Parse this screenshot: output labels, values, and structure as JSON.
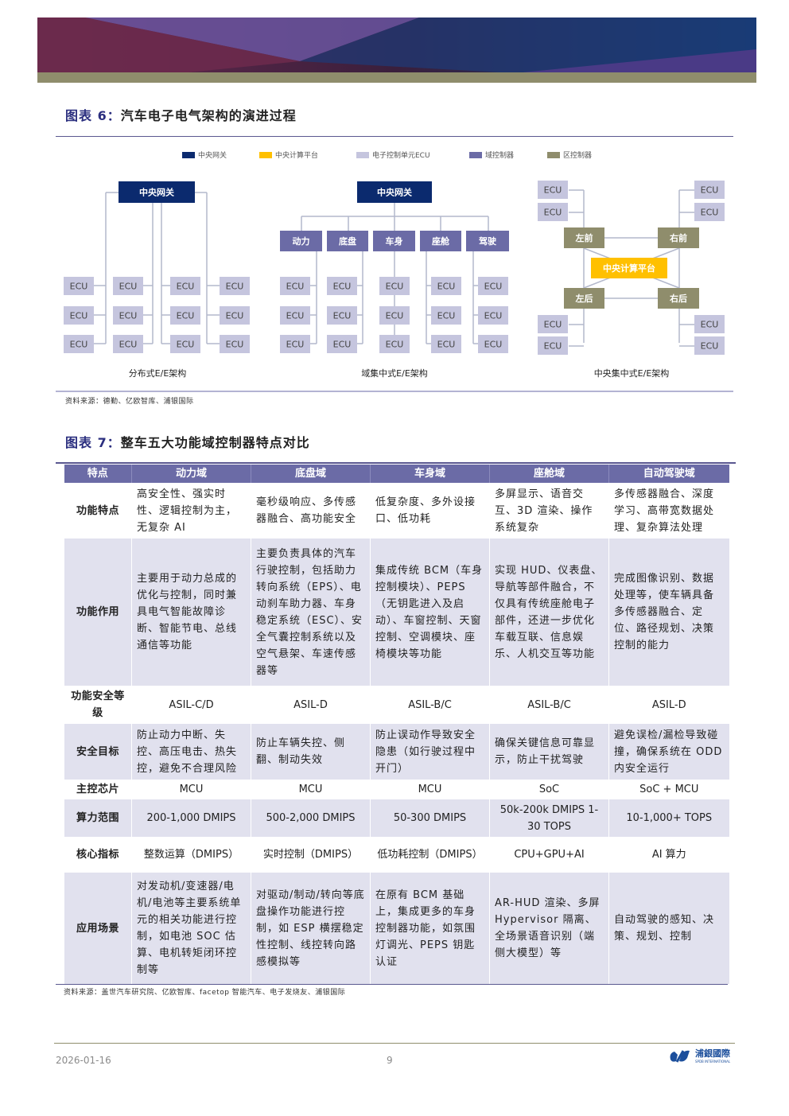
{
  "colors": {
    "gateway": "#0b2a6e",
    "compute": "#ffc000",
    "ecu": "#c5c5de",
    "domain": "#6b6ba6",
    "zone": "#8f8d6c"
  },
  "figure6": {
    "label": "图表 6：",
    "title": "汽车电子电气架构的演进过程",
    "legend": [
      {
        "label": "中央网关",
        "color": "#0b2a6e"
      },
      {
        "label": "中央计算平台",
        "color": "#ffc000"
      },
      {
        "label": "电子控制单元ECU",
        "color": "#c5c5de"
      },
      {
        "label": "域控制器",
        "color": "#6b6ba6"
      },
      {
        "label": "区控制器",
        "color": "#8f8d6c"
      }
    ],
    "ecu": "ECU",
    "distributed": {
      "gateway": "中央网关",
      "caption": "分布式E/E架构"
    },
    "domain": {
      "gateway": "中央网关",
      "domains": [
        "动力",
        "底盘",
        "车身",
        "座舱",
        "驾驶"
      ],
      "caption": "域集中式E/E架构"
    },
    "central": {
      "zones": [
        "左前",
        "右前",
        "左后",
        "右后"
      ],
      "platform": "中央计算平台",
      "caption": "中央集中式E/E架构"
    },
    "source": "资料来源：德勤、亿欧智库、浦银国际"
  },
  "figure7": {
    "label": "图表 7：",
    "title": "整车五大功能域控制器特点对比",
    "headers": [
      "特点",
      "动力域",
      "底盘域",
      "车身域",
      "座舱域",
      "自动驾驶域"
    ],
    "rows": [
      {
        "name": "功能特点",
        "cells": [
          "高安全性、强实时性、逻辑控制为主，无复杂 AI",
          "毫秒级响应、多传感器融合、高功能安全",
          "低复杂度、多外设接口、低功耗",
          "多屏显示、语音交互、3D 渲染、操作系统复杂",
          "多传感器融合、深度学习、高带宽数据处理、复杂算法处理"
        ]
      },
      {
        "name": "功能作用",
        "cells": [
          "主要用于动力总成的优化与控制，同时兼具电气智能故障诊断、智能节电、总线通信等功能",
          "主要负责具体的汽车行驶控制，包括助力转向系统（EPS）、电动刹车助力器、车身稳定系统（ESC）、安全气囊控制系统以及空气悬架、车速传感器等",
          "集成传统 BCM（车身控制模块）、PEPS（无钥匙进入及启动）、车窗控制、天窗控制、空调模块、座椅模块等功能",
          "实现 HUD、仪表盘、导航等部件融合，不仅具有传统座舱电子部件，还进一步优化车载互联、信息娱乐、人机交互等功能",
          "完成图像识别、数据处理等，使车辆具备多传感器融合、定位、路径规划、决策控制的能力"
        ]
      },
      {
        "name": "功能安全等级",
        "cells": [
          "ASIL-C/D",
          "ASIL-D",
          "ASIL-B/C",
          "ASIL-B/C",
          "ASIL-D"
        ]
      },
      {
        "name": "安全目标",
        "cells": [
          "防止动力中断、失控、高压电击、热失控，避免不合理风险",
          "防止车辆失控、侧翻、制动失效",
          "防止误动作导致安全隐患（如行驶过程中开门）",
          "确保关键信息可靠显示，防止干扰驾驶",
          "避免误检/漏检导致碰撞，确保系统在 ODD 内安全运行"
        ]
      },
      {
        "name": "主控芯片",
        "cells": [
          "MCU",
          "MCU",
          "MCU",
          "SoC",
          "SoC + MCU"
        ]
      },
      {
        "name": "算力范围",
        "cells": [
          "200-1,000 DMIPS",
          "500-2,000 DMIPS",
          "50-300 DMIPS",
          "50k-200k DMIPS 1-30 TOPS",
          "10-1,000+ TOPS"
        ]
      },
      {
        "name": "核心指标",
        "cells": [
          "整数运算（DMIPS）",
          "实时控制（DMIPS）",
          "低功耗控制（DMIPS）",
          "CPU+GPU+AI",
          "AI 算力"
        ]
      },
      {
        "name": "应用场景",
        "cells": [
          "对发动机/变速器/电机/电池等主要系统单元的相关功能进行控制，如电池 SOC 估算、电机转矩闭环控制等",
          "对驱动/制动/转向等底盘操作功能进行控制，如 ESP 横摆稳定性控制、线控转向路感模拟等",
          "在原有 BCM 基础上，集成更多的车身控制器功能，如氛围灯调光、PEPS 钥匙认证",
          "AR-HUD 渲染、多屏 Hypervisor 隔离、全场景语音识别（端侧大模型）等",
          "自动驾驶的感知、决策、规划、控制"
        ]
      }
    ],
    "source": "资料来源：盖世汽车研究院、亿欧智库、facetop 智能汽车、电子发烧友、浦银国际"
  },
  "footer": {
    "date": "2026-01-16",
    "page": "9",
    "logo_cn": "浦銀國際",
    "logo_en": "SPDB INTERNATIONAL"
  }
}
